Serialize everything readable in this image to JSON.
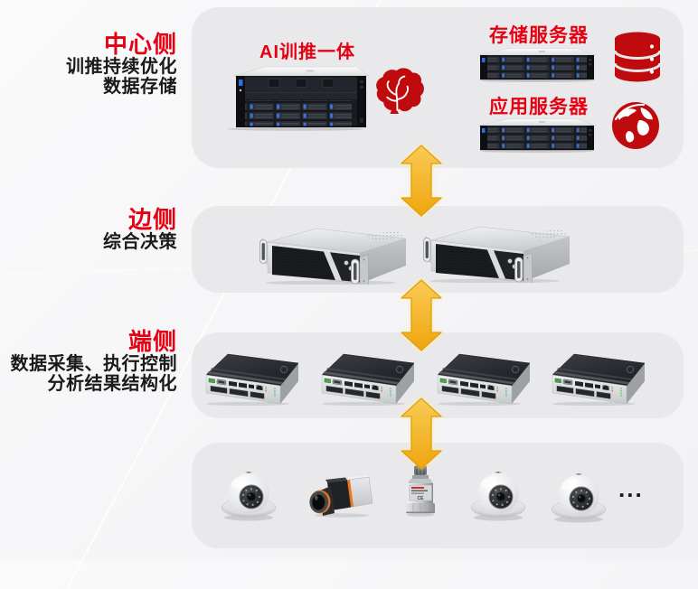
{
  "diagram": {
    "sections": [
      {
        "title": "中心侧",
        "desc_lines": [
          "训推持续优化",
          "数据存储"
        ]
      },
      {
        "title": "边侧",
        "desc_lines": [
          "综合决策"
        ]
      },
      {
        "title": "端侧",
        "desc_lines": [
          "数据采集、执行控制",
          "分析结果结构化"
        ]
      }
    ],
    "center_panel": {
      "ai_server_label": "AI训推一体",
      "storage_server_label": "存储服务器",
      "app_server_label": "应用服务器"
    },
    "sensor_panel": {
      "more_indicator": "...",
      "sensor_ce_mark": "CE"
    },
    "icons": {
      "brain": "brain-icon",
      "database": "database-icon",
      "globe": "globe-icon",
      "arrow": "double-arrow-icon"
    },
    "colors": {
      "label_red": "#e60012",
      "icon_red": "#c00b0e",
      "arrow_yellow_top": "#f9cb55",
      "arrow_yellow_bottom": "#efa50e",
      "panel_gray": "#e9e9eb",
      "background": "#f6f6f7",
      "thermal_accent_orange": "#e87722"
    }
  }
}
